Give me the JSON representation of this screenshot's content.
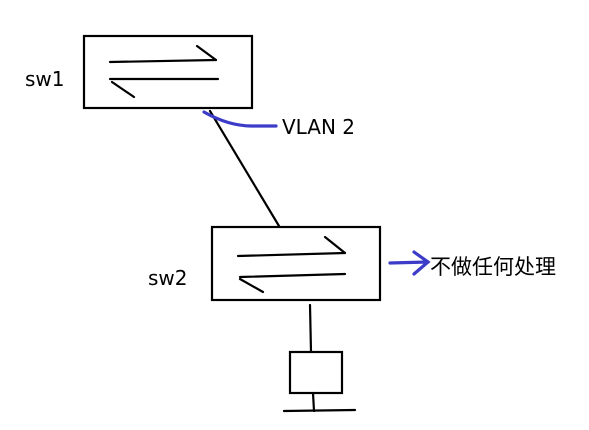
{
  "diagram": {
    "nodes": {
      "sw1": {
        "label": "sw1"
      },
      "sw2": {
        "label": "sw2"
      },
      "terminal": {
        "label": ""
      }
    },
    "annotations": {
      "vlan": "VLAN 2",
      "sw2_note": "不做任何处理"
    },
    "colors": {
      "ink": "#000000",
      "highlight": "#3c3cc8",
      "background": "#ffffff"
    }
  }
}
